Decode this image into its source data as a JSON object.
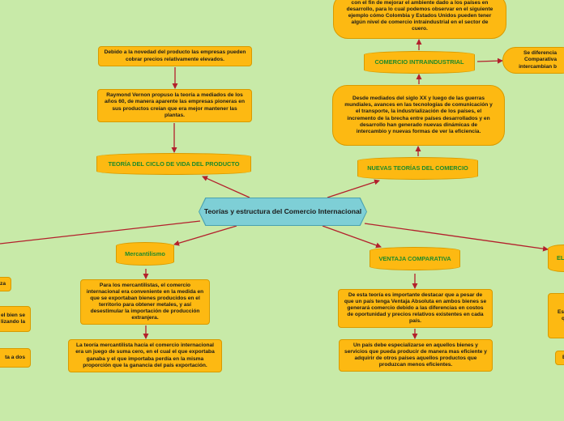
{
  "center_title": "Teorías y estructura del Comercio Internacional",
  "branches": {
    "ciclo_vida": {
      "title": "TEORÍA DEL CICLO DE VIDA DEL PRODUCTO",
      "text1": "Raymond Vernon propuso la teoría a mediados de los años 60, de manera aparente las empresas pioneras en sus productos creían que era mejor mantener las plantas.",
      "text2": "Debido a la novedad del producto las empresas pueden cobrar precios relativamente elevados."
    },
    "nuevas_teorias": {
      "title": "NUEVAS TEORÍAS DEL COMERCIO",
      "text1": "Desde mediados del siglo XX y luego de las guerras mundiales, avances en las tecnologías de comunicación y el transporte, la industrialización de los países, el incremento de la brecha entre países desarrollados y en desarrollo han generado nuevas dinámicas de intercambio y nuevas formas de ver la eficiencia.",
      "intraindustrial_title": "COMERCIO INTRAINDUSTRIAL",
      "text2": "con el fin de mejorar el ambiente dado a los países en desarrollo, para lo cual podemos observar en el siguiente ejemplo cómo Colombia y Estados Unidos pueden tener algún nivel de comercio intraindustrial en el sector de cuero.",
      "side_text": "Se diferencia Comparativa intercambian b"
    },
    "mercantilismo": {
      "title": "Mercantilismo",
      "text1": "Para los mercantilistas, el comercio internacional era conveniente en la medida en que se exportaban bienes producidos en el territorio para obtener metales, y así desestimular la importación de producción extranjera.",
      "text2": "La teoría mercantilista hacía el comercio internacional era un juego de suma cero, en el cual el que exportaba ganaba y el que importaba perdía en la misma proporción que la ganancia del país exportación."
    },
    "ventaja_comparativa": {
      "title": "VENTAJA COMPARATIVA",
      "text1": "De esta teoría es importante destacar que a pesar de que un país tenga Ventaja Absoluta en ambos bienes se generará comercio debido a las diferencias en costos de oportunidad y precios relativos existentes en cada país.",
      "text2": "Un país debe especializarse en aquellos bienes y servicios que pueda producir de manera mas eficiente y adquirir de otros países aquellos productos que produzcan menos eficientes."
    },
    "right_partial": {
      "title": "EL",
      "text1": "Est di qu",
      "text2": "E"
    },
    "left_partial": {
      "text1": "za",
      "text2": "el bien se lizando la",
      "text3": "ta a dos"
    }
  },
  "colors": {
    "background": "#c8eaa8",
    "node_fill": "#fdb912",
    "center_fill": "#7ecfd6",
    "title_text": "#1e8a2a",
    "connector": "#b3202c"
  }
}
